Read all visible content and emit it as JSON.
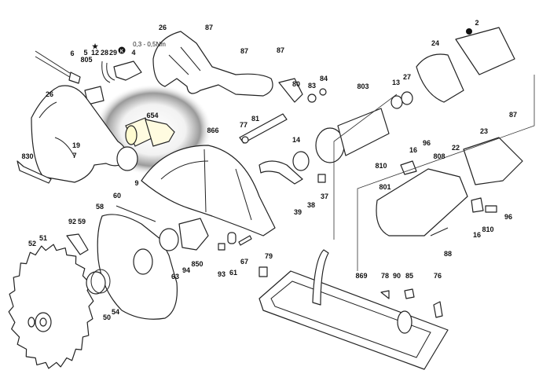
{
  "title": "Circular saw exploded parts diagram",
  "highlighted_part": "654",
  "torque_note": "0,3 - 0,5Nm",
  "marker_symbol": "K",
  "star_symbol": "★",
  "labels": [
    "6",
    "5",
    "805",
    "12",
    "28",
    "29",
    "4",
    "26",
    "87",
    "87",
    "26",
    "654",
    "19",
    "7",
    "830",
    "866",
    "77",
    "81",
    "9",
    "60",
    "2",
    "24",
    "87",
    "80",
    "83",
    "84",
    "803",
    "13",
    "27",
    "87",
    "23",
    "14",
    "96",
    "16",
    "808",
    "22",
    "810",
    "801",
    "37",
    "38",
    "39",
    "96",
    "810",
    "16",
    "88",
    "58",
    "92",
    "59",
    "51",
    "52",
    "50",
    "54",
    "63",
    "94",
    "850",
    "93",
    "61",
    "67",
    "79",
    "869",
    "78",
    "90",
    "85",
    "76"
  ]
}
